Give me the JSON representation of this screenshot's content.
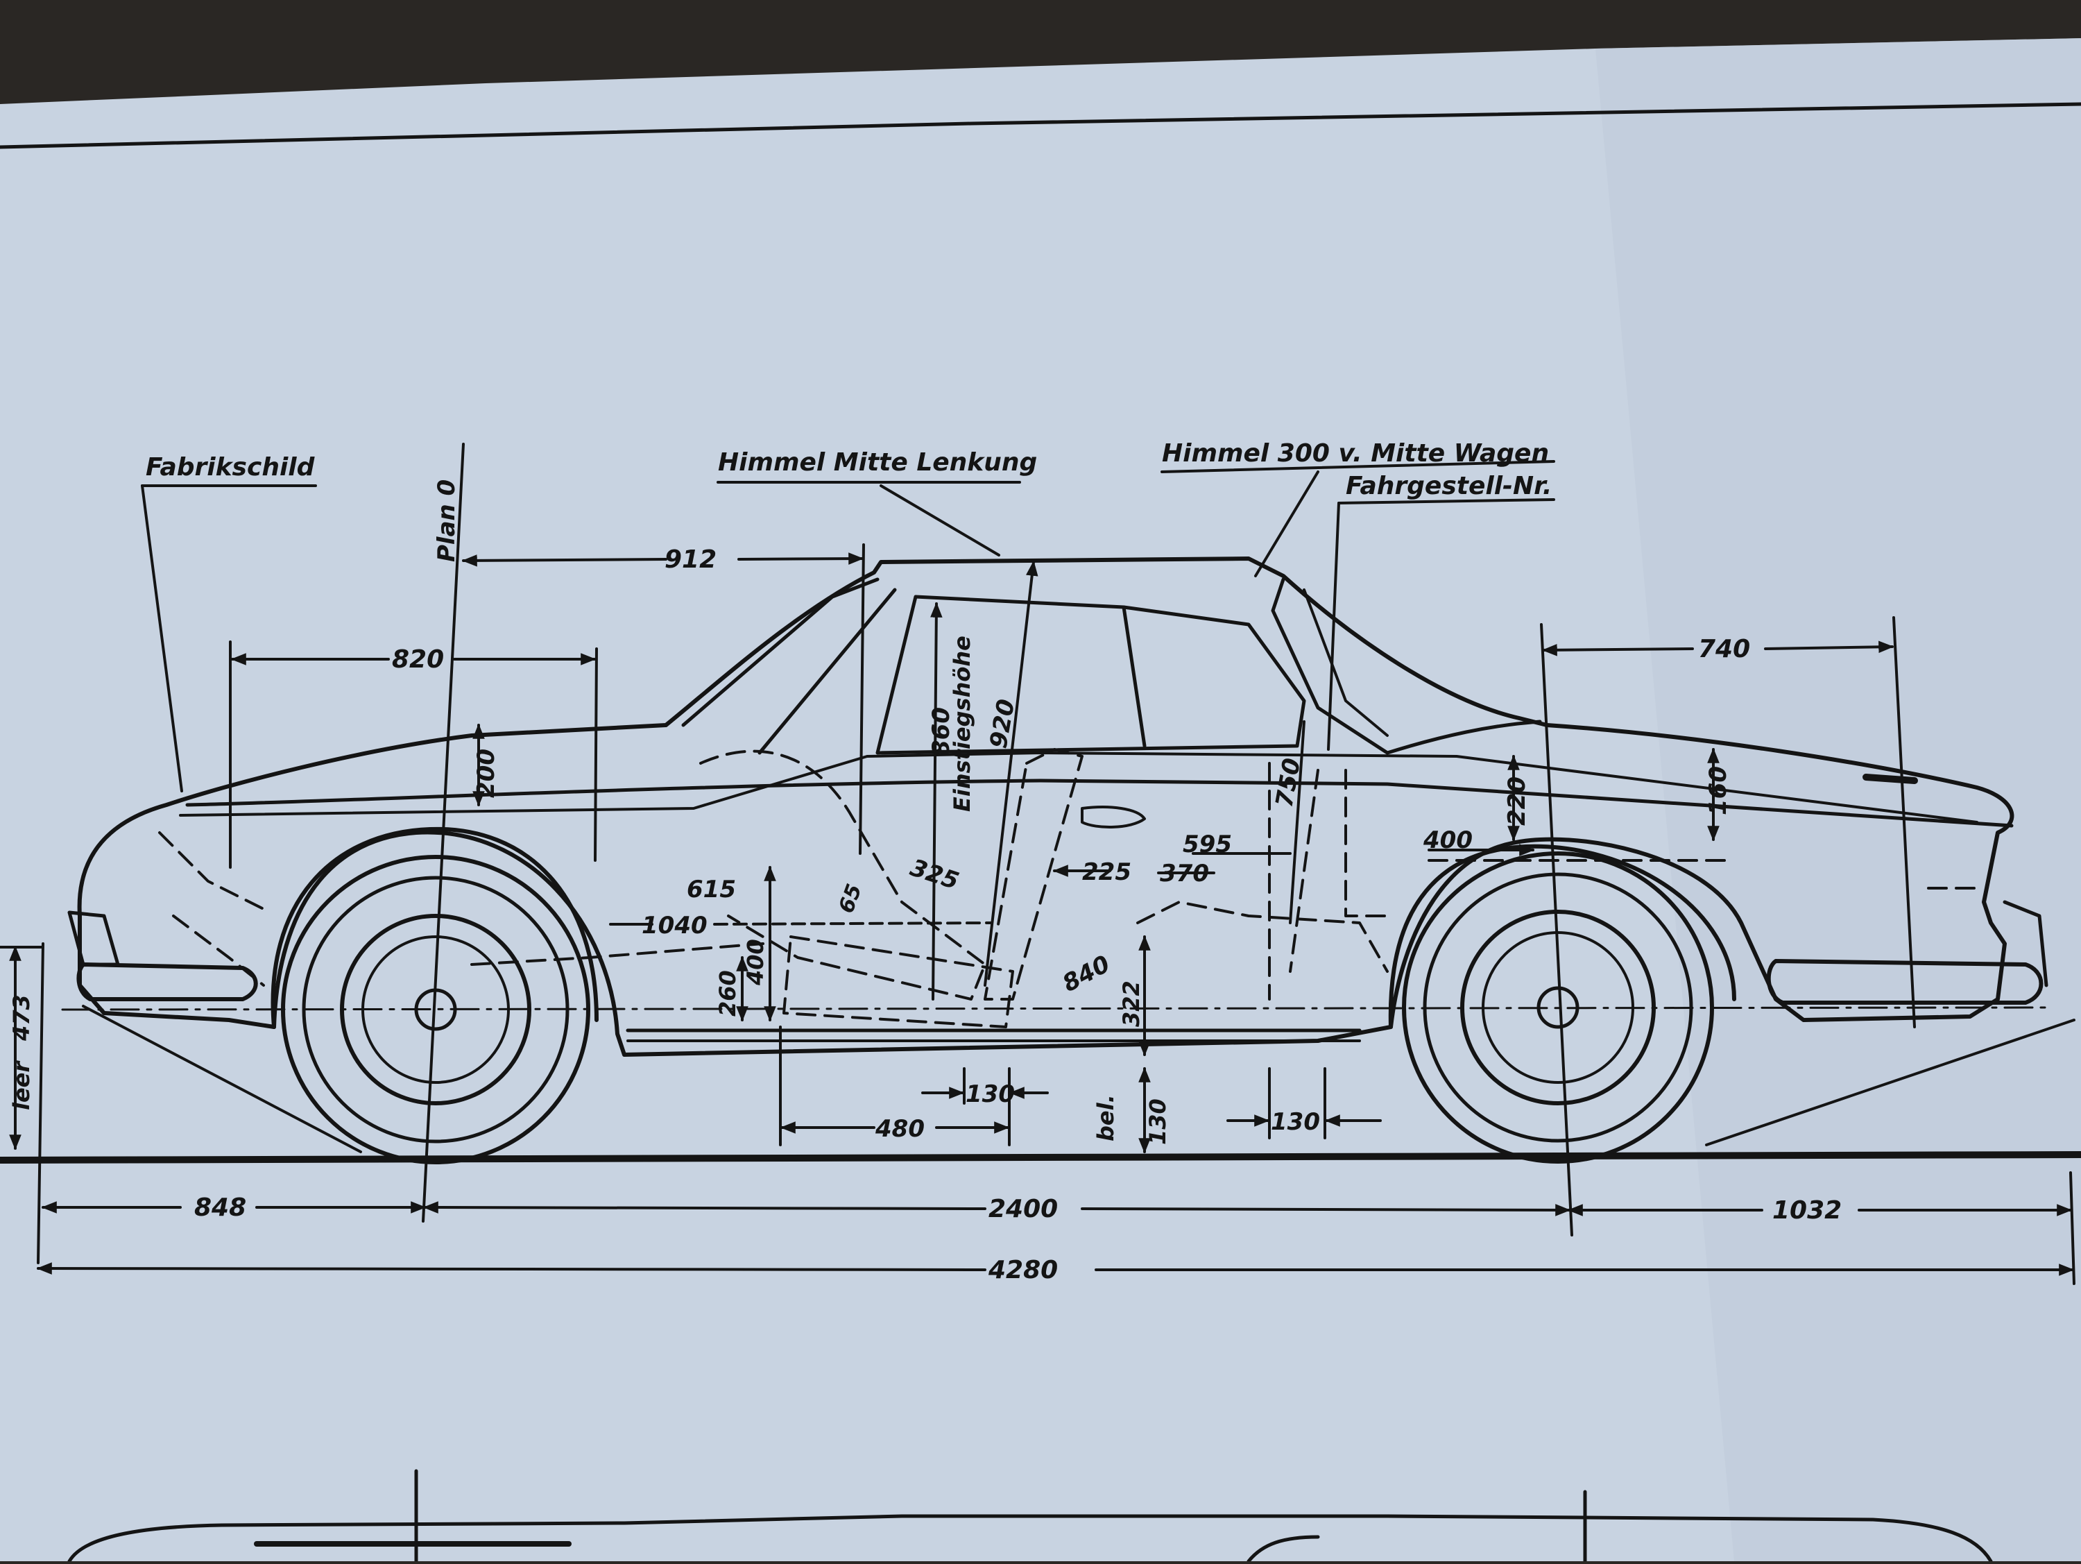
{
  "colors": {
    "background": "#2a2724",
    "paper": "#c8d3e1",
    "ink": "#141414"
  },
  "callouts": {
    "fabrikschild": "Fabrikschild",
    "himmel_lenkung": "Himmel Mitte Lenkung",
    "himmel_wagen": "Himmel 300 v. Mitte Wagen",
    "fahrgestell": "Fahrgestell-Nr.",
    "plan0": "Plan 0",
    "einstieg": "Einstiegshöhe",
    "bel": "bel.",
    "leer": "leer"
  },
  "dimensions": {
    "d912": "912",
    "d820": "820",
    "d740": "740",
    "d200": "200",
    "d860": "860",
    "d920": "920",
    "d750": "750",
    "d220": "220",
    "d160": "160",
    "d595": "595",
    "d400a": "400",
    "d225": "225",
    "d370": "370",
    "d615": "615",
    "d325": "325",
    "d65": "65",
    "d1040": "1040",
    "d260": "260",
    "d400b": "400",
    "d840": "840",
    "d322": "322",
    "d130a": "130",
    "d480": "480",
    "d130b": "130",
    "d130c": "130",
    "d473": "473",
    "d848": "848",
    "d2400": "2400",
    "d1032": "1032",
    "d4280": "4280"
  }
}
